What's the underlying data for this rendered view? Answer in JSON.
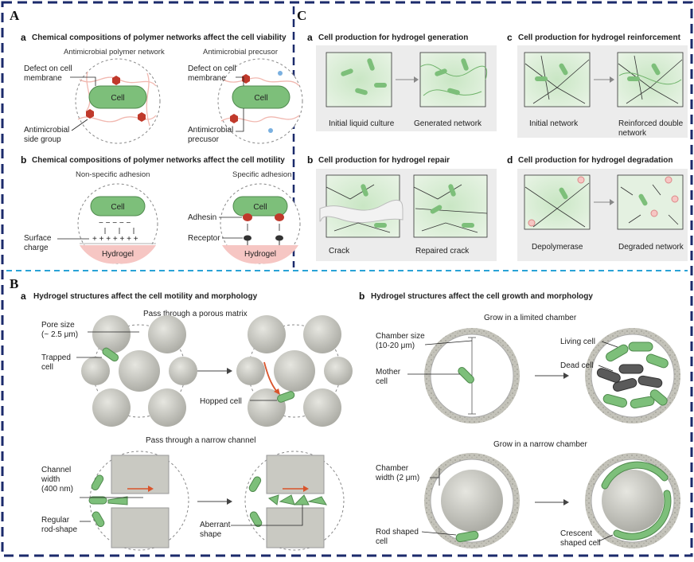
{
  "colors": {
    "frame": "#1b2a6b",
    "divider": "#2aa3d6",
    "cell_green": "#7dbf7a",
    "dark_cell": "#5a5a5a",
    "hydrogel_pink": "#f6c6c3",
    "defect_red": "#c0392b",
    "sphere_gray": "#c9c9c2"
  },
  "panel_A": {
    "letter": "A",
    "a": {
      "letter": "a",
      "title": "Chemical compositions of polymer networks affect the cell viability",
      "left_caption": "Antimicrobial polymer network",
      "right_caption": "Antimicrobial precusor",
      "cell": "Cell",
      "defect_line1": "Defect on cell",
      "defect_line2": "membrane",
      "side_line1": "Antimicrobial",
      "side_line2": "side group",
      "precursor_line1": "Antimicrobial",
      "precursor_line2": "precusor"
    },
    "b": {
      "letter": "b",
      "title": "Chemical compositions of polymer networks affect the cell motility",
      "left_caption": "Non-specific adhesion",
      "right_caption": "Specific adhesion",
      "cell": "Cell",
      "hydrogel": "Hydrogel",
      "surface_line1": "Surface",
      "surface_line2": "charge",
      "adhesin": "Adhesin",
      "receptor": "Receptor"
    }
  },
  "panel_C": {
    "letter": "C",
    "a": {
      "letter": "a",
      "title": "Cell production for hydrogel generation",
      "left": "Initial liquid culture",
      "right": "Generated network"
    },
    "b": {
      "letter": "b",
      "title": "Cell production for hydrogel repair",
      "left": "Crack",
      "right": "Repaired crack"
    },
    "c": {
      "letter": "c",
      "title": "Cell production for hydrogel reinforcement",
      "left": "Initial network",
      "right_line1": "Reinforced double",
      "right_line2": "network"
    },
    "d": {
      "letter": "d",
      "title": "Cell production for hydrogel degradation",
      "left": "Depolymerase",
      "right": "Degraded network"
    }
  },
  "panel_B": {
    "letter": "B",
    "a": {
      "letter": "a",
      "title": "Hydrogel structures affect the cell motility and morphology",
      "top_caption": "Pass through a porous matrix",
      "pore_line1": "Pore size",
      "pore_line2": "(~ 2.5 μm)",
      "trapped_line1": "Trapped",
      "trapped_line2": "cell",
      "hopped": "Hopped cell",
      "bottom_caption": "Pass through a narrow channel",
      "channel_line1": "Channel",
      "channel_line2": "width",
      "channel_line3": "(400 nm)",
      "regular_line1": "Regular",
      "regular_line2": "rod-shape",
      "aberrant_line1": "Aberrant",
      "aberrant_line2": "shape"
    },
    "b": {
      "letter": "b",
      "title": "Hydrogel structures affect the cell growth and morphology",
      "top_caption": "Grow in a limited chamber",
      "chamber_line1": "Chamber size",
      "chamber_line2": "(10-20 μm)",
      "mother_line1": "Mother",
      "mother_line2": "cell",
      "living": "Living cell",
      "dead": "Dead cell",
      "bottom_caption": "Grow in a narrow chamber",
      "cwidth_line1": "Chamber",
      "cwidth_line2": "width (2 μm)",
      "rod_line1": "Rod shaped",
      "rod_line2": "cell",
      "crescent_line1": "Crescent",
      "crescent_line2": "shaped cell"
    }
  }
}
